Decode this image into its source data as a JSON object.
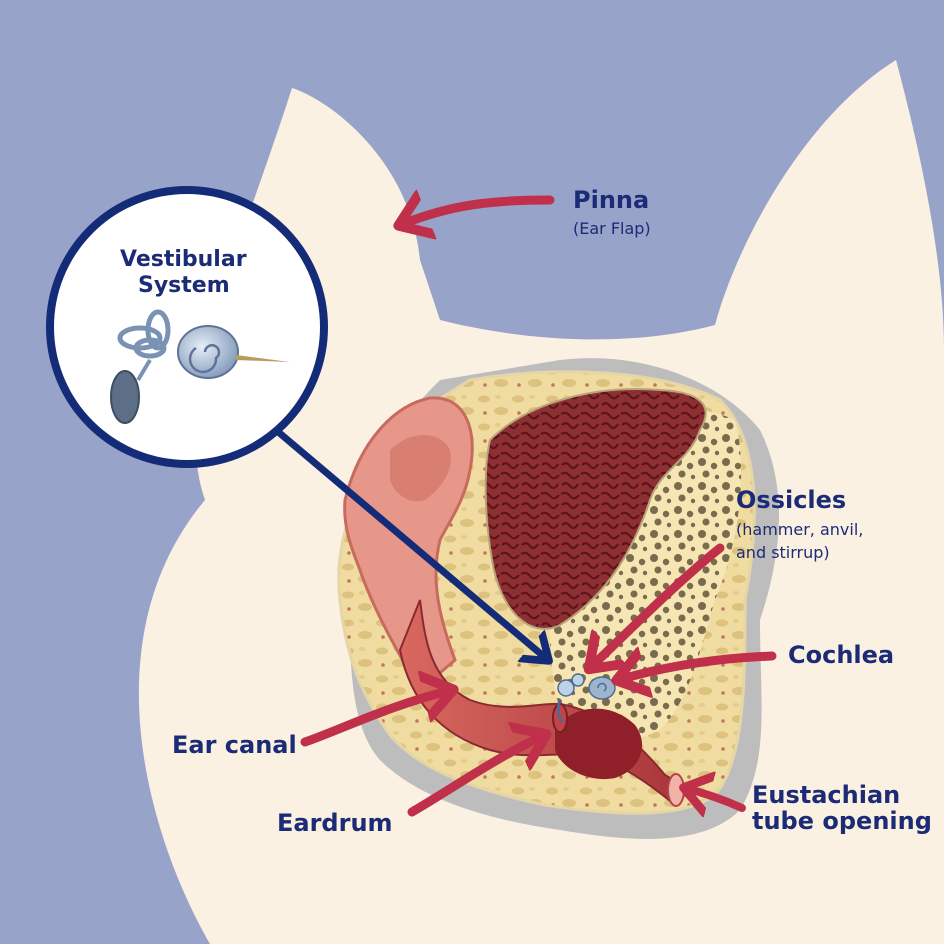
{
  "colors": {
    "background": "#98a3c9",
    "head": "#fbf1e2",
    "arrow": "#c0304a",
    "callout": "#142b78",
    "label": "#1b2b75"
  },
  "labels": {
    "pinna": "Pinna",
    "pinna_sub": "(Ear Flap)",
    "vestibular_line1": "Vestibular",
    "vestibular_line2": "System",
    "ossicles": "Ossicles",
    "ossicles_sub1": "(hammer, anvil,",
    "ossicles_sub2": "and stirrup)",
    "cochlea": "Cochlea",
    "ear_canal": "Ear canal",
    "eardrum": "Eardrum",
    "eustachian_line1": "Eustachian",
    "eustachian_line2": "tube opening"
  }
}
